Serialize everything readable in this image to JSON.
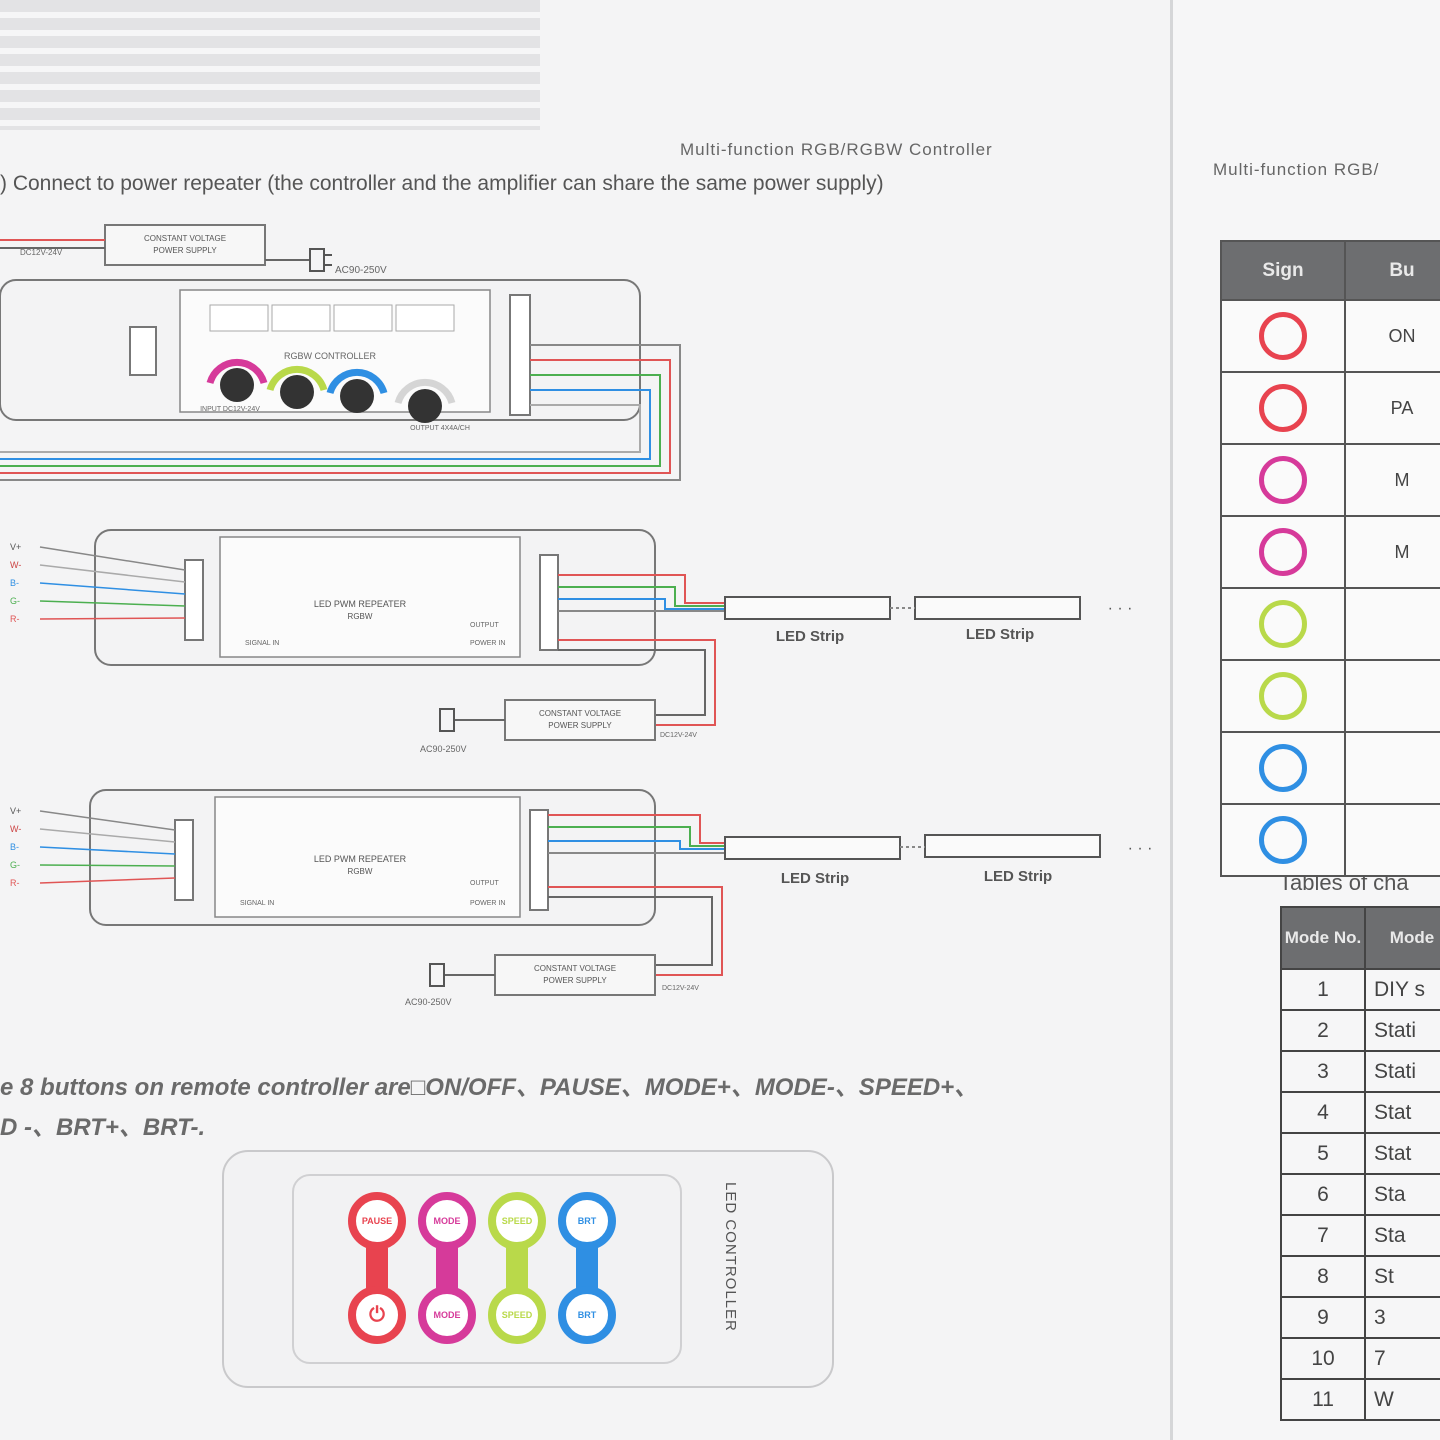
{
  "left_page": {
    "running_head": "Multi-function RGB/RGBW Controller",
    "section_heading": ") Connect to power repeater (the controller and the amplifier can share the same power supply)",
    "top_psu": {
      "label_line1": "CONSTANT VOLTAGE",
      "label_line2": "POWER SUPPLY",
      "ac_label": "AC90-250V",
      "dc_label": "DC12V-24V"
    },
    "controller": {
      "model": "RGBW CONTROLLER",
      "input_label": "INPUT DC12V-24V",
      "output_label": "OUTPUT 4X4A/CH"
    },
    "repeaters": [
      {
        "title": "LED PWM REPEATER",
        "model": "RGBW",
        "signal_in": "SIGNAL IN",
        "power_in": "POWER IN",
        "output": "OUTPUT",
        "input_pins": [
          "V+",
          "W-",
          "B-",
          "G-",
          "R-"
        ],
        "strip_label_1": "LED Strip",
        "strip_label_2": "LED Strip",
        "ellipsis": "· · ·",
        "psu_label_line1": "CONSTANT VOLTAGE",
        "psu_label_line2": "POWER SUPPLY",
        "ac_label": "AC90-250V",
        "dc_label": "DC12V-24V"
      },
      {
        "title": "LED PWM REPEATER",
        "model": "RGBW",
        "signal_in": "SIGNAL IN",
        "power_in": "POWER IN",
        "output": "OUTPUT",
        "input_pins": [
          "V+",
          "W-",
          "B-",
          "G-",
          "R-"
        ],
        "strip_label_1": "LED Strip",
        "strip_label_2": "LED Strip",
        "ellipsis": "· · ·",
        "psu_label_line1": "CONSTANT VOLTAGE",
        "psu_label_line2": "POWER SUPPLY",
        "ac_label": "AC90-250V",
        "dc_label": "DC12V-24V"
      }
    ],
    "remote_note_line1": "e 8 buttons on remote controller are□ON/OFF、PAUSE、MODE+、MODE-、SPEED+、",
    "remote_note_line2": "D -、BRT+、BRT-.",
    "remote": {
      "label": "LED CONTROLLER",
      "buttons": [
        {
          "text": "PAUSE",
          "color": "#e8434f"
        },
        {
          "text": "MODE",
          "color": "#d63a9a"
        },
        {
          "text": "SPEED",
          "color": "#b9d94a"
        },
        {
          "text": "BRT",
          "color": "#2f8fe3"
        },
        {
          "text": "⏻",
          "color": "#e8434f"
        },
        {
          "text": "MODE",
          "color": "#d63a9a"
        },
        {
          "text": "SPEED",
          "color": "#b9d94a"
        },
        {
          "text": "BRT",
          "color": "#2f8fe3"
        }
      ]
    }
  },
  "right_page": {
    "running_head": "Multi-function RGB/",
    "sign_table": {
      "headers": [
        "Sign",
        "Bu"
      ],
      "rows": [
        {
          "color": "#e8434f",
          "text": "ON"
        },
        {
          "color": "#e8434f",
          "text": "PA"
        },
        {
          "color": "#d63a9a",
          "text": "M"
        },
        {
          "color": "#d63a9a",
          "text": "M"
        },
        {
          "color": "#b9d94a",
          "text": ""
        },
        {
          "color": "#b9d94a",
          "text": ""
        },
        {
          "color": "#2f8fe3",
          "text": ""
        },
        {
          "color": "#2f8fe3",
          "text": ""
        }
      ]
    },
    "table_caption": "Tables of cha",
    "mode_table": {
      "headers": [
        "Mode No.",
        "Mode"
      ],
      "rows": [
        {
          "no": "1",
          "name": "DIY s"
        },
        {
          "no": "2",
          "name": "Stati"
        },
        {
          "no": "3",
          "name": "Stati"
        },
        {
          "no": "4",
          "name": "Stat"
        },
        {
          "no": "5",
          "name": "Stat"
        },
        {
          "no": "6",
          "name": "Sta"
        },
        {
          "no": "7",
          "name": "Sta"
        },
        {
          "no": "8",
          "name": "St"
        },
        {
          "no": "9",
          "name": "3"
        },
        {
          "no": "10",
          "name": "7"
        },
        {
          "no": "11",
          "name": "W"
        }
      ]
    }
  }
}
